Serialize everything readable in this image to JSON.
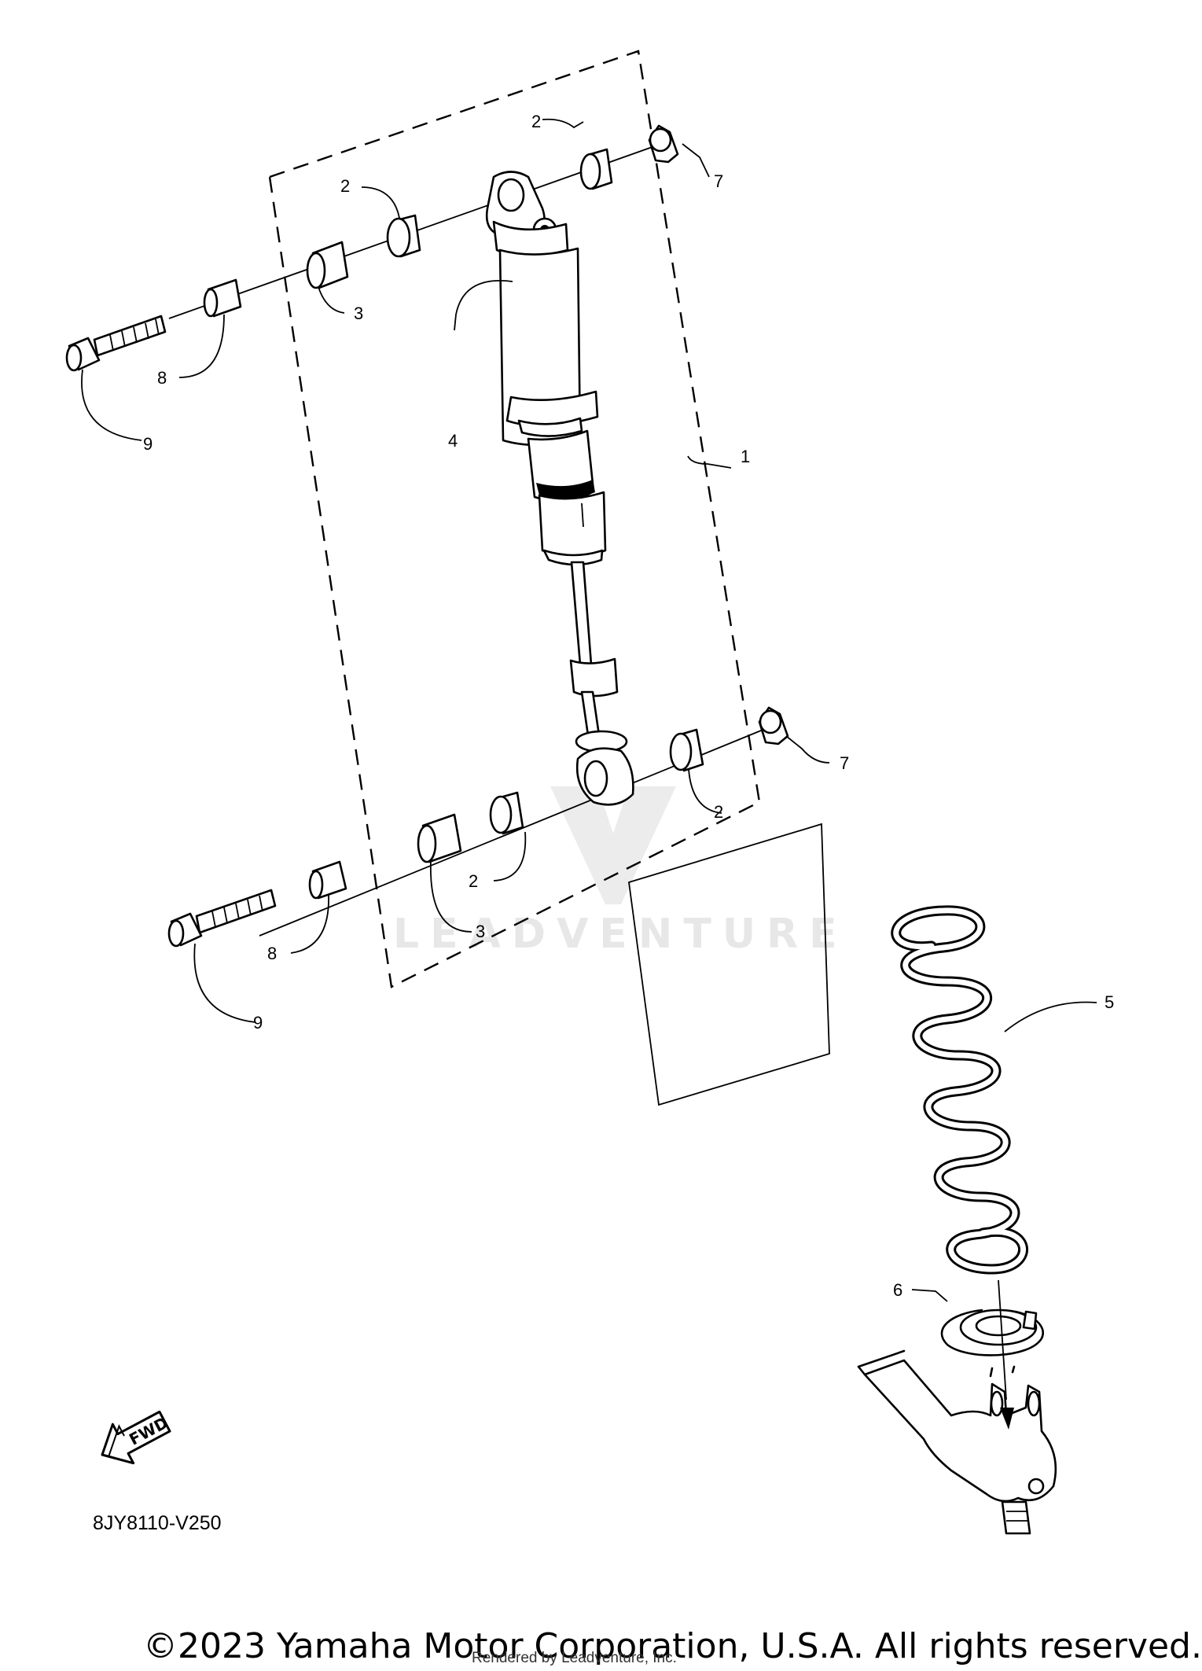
{
  "diagram": {
    "code": "8JY8110-V250",
    "copyright": "©2023 Yamaha Motor Corporation, U.S.A. All rights reserved.",
    "rendered_by": "Rendered by Leadventure, Inc.",
    "watermark": "LEADVENTURE",
    "fwd_label": "FWD",
    "callouts": [
      "1",
      "2",
      "2",
      "2",
      "2",
      "3",
      "3",
      "4",
      "5",
      "6",
      "7",
      "7",
      "8",
      "8",
      "9",
      "9"
    ]
  },
  "colors": {
    "line": "#000000",
    "background": "#ffffff",
    "watermark": "#e7e7e7"
  }
}
